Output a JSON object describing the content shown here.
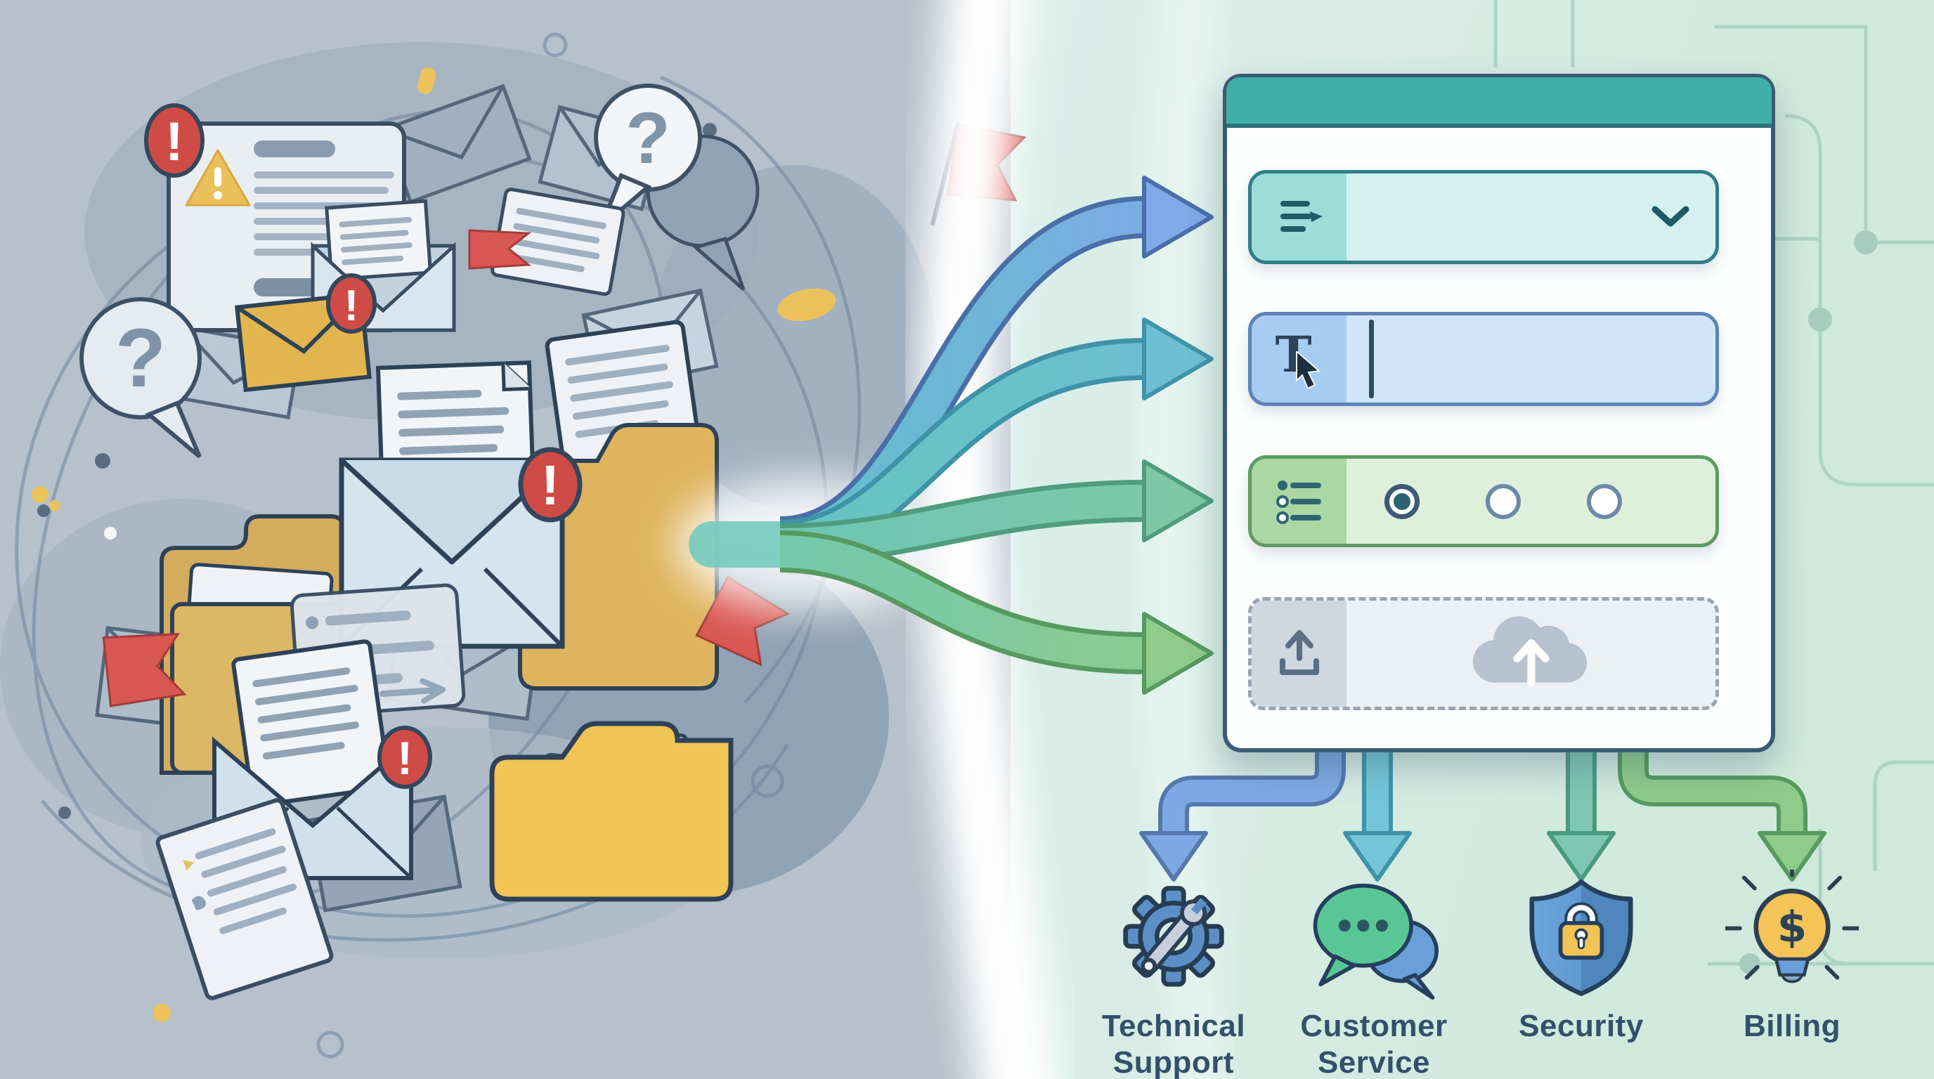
{
  "symbols": {
    "question": "?",
    "alert": "!",
    "dollar": "$",
    "text_tool": "T"
  },
  "panel": {
    "header": "title-bar",
    "fields": [
      {
        "type": "dropdown",
        "icon": "menu-lines-icon"
      },
      {
        "type": "text-input",
        "icon": "text-cursor-icon"
      },
      {
        "type": "radio-group",
        "icon": "bullet-list-icon",
        "option_count": 3,
        "selected_index": 0
      },
      {
        "type": "file-upload",
        "icon": "upload-tray-icon"
      }
    ]
  },
  "categories": [
    {
      "id": "technical-support",
      "icon": "gear-wrench-icon",
      "line1": "Technical",
      "line2": "Support"
    },
    {
      "id": "customer-service",
      "icon": "chat-bubbles-icon",
      "line1": "Customer",
      "line2": "Service"
    },
    {
      "id": "security",
      "icon": "shield-lock-icon",
      "line1": "Security",
      "line2": ""
    },
    {
      "id": "billing",
      "icon": "lightbulb-dollar-icon",
      "line1": "Billing",
      "line2": ""
    }
  ],
  "palette": {
    "left_background": "#b6c1cb",
    "right_background_start": "#e9f5f9",
    "right_background_end": "#cfe9dc",
    "header_teal": "#3fafaa",
    "panel_border": "#3c5a74",
    "field_teal": "#9edcdc",
    "field_blue": "#a6ccf2",
    "field_green": "#abd8a2",
    "field_gray": "#cfd7df",
    "arrow_blue": "#7fa9e8",
    "arrow_cyan": "#6cc0d2",
    "arrow_teal_green": "#80c7a8",
    "arrow_green": "#8fcc8c",
    "alert_red": "#cf4b46",
    "flag_red": "#d95752",
    "folder_tan": "#deb45e",
    "folder_yellow": "#f0c455",
    "warning_yellow": "#e9c05a",
    "label_ink": "#33506b"
  }
}
